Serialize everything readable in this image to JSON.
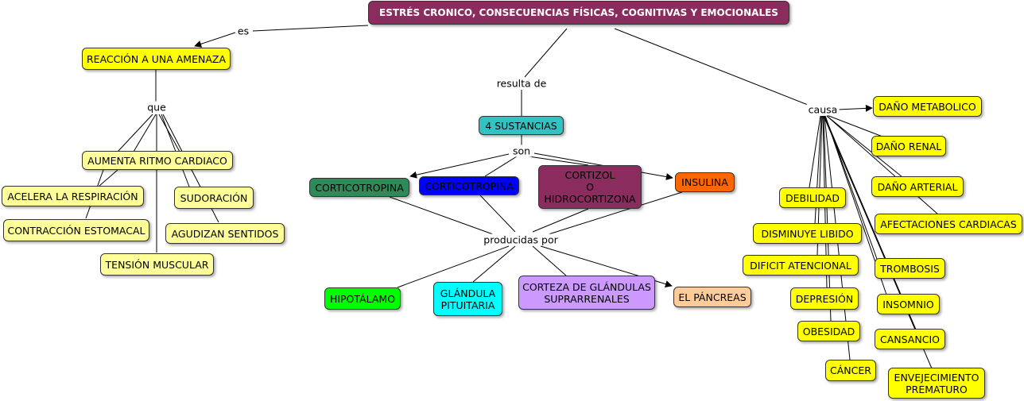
{
  "colors": {
    "title": "#8b2c5e",
    "yellow": "#ffff00",
    "pale_yellow": "#ffff99",
    "teal": "#33c2c2",
    "dark_green": "#2e8b57",
    "blue": "#0000ff",
    "purple": "#8b2c5e",
    "orange": "#ff6600",
    "green": "#00ff00",
    "cyan": "#00ffff",
    "lavender": "#cc99ff",
    "peach": "#ffcc99"
  },
  "nodes": {
    "title": "ESTRÉS CRONICO, CONSECUENCIAS FÍSICAS, COGNITIVAS Y EMOCIONALES",
    "reaccion": "REACCIÓN A UNA AMENAZA",
    "ritmo": "AUMENTA RITMO CARDIACO",
    "respiracion": "ACELERA LA RESPIRACIÓN",
    "contraccion": "CONTRACCIÓN ESTOMACAL",
    "tension": "TENSIÓN MUSCULAR",
    "sudoracion": "SUDORACIÓN",
    "sentidos": "AGUDIZAN SENTIDOS",
    "sustancias": "4 SUSTANCIAS",
    "corticotropina1": "CORTICOTROPINA",
    "corticotropina2": "CORTICOTROPINA",
    "cortizol_1": "CORTIZOL",
    "cortizol_2": "O",
    "cortizol_3": "HIDROCORTIZONA",
    "insulina": "INSULINA",
    "hipotalamo": "HIPOTÁLAMO",
    "pituitaria_1": "GLÁNDULA",
    "pituitaria_2": "PITUITARIA",
    "corteza_1": "CORTEZA DE GLÁNDULAS",
    "corteza_2": "SUPRARRENALES",
    "pancreas": "EL PÁNCREAS",
    "metabolico": "DAÑO METABOLICO",
    "renal": "DAÑO RENAL",
    "arterial": "DAÑO ARTERIAL",
    "cardiacas": "AFECTACIONES CARDIACAS",
    "trombosis": "TROMBOSIS",
    "insomnio": "INSOMNIO",
    "cansancio": "CANSANCIO",
    "envejecimiento_1": "ENVEJECIMIENTO",
    "envejecimiento_2": "PREMATURO",
    "debilidad": "DEBILIDAD",
    "libido": "DISMINUYE LIBIDO",
    "atencional": "DIFICIT ATENCIONAL",
    "depresion": "DEPRESIÓN",
    "obesidad": "OBESIDAD",
    "cancer": "CÁNCER"
  },
  "links": {
    "es": "es",
    "que": "que",
    "resulta_de": "resulta de",
    "son": "son",
    "producidas_por": "producidas por",
    "causa": "causa"
  }
}
